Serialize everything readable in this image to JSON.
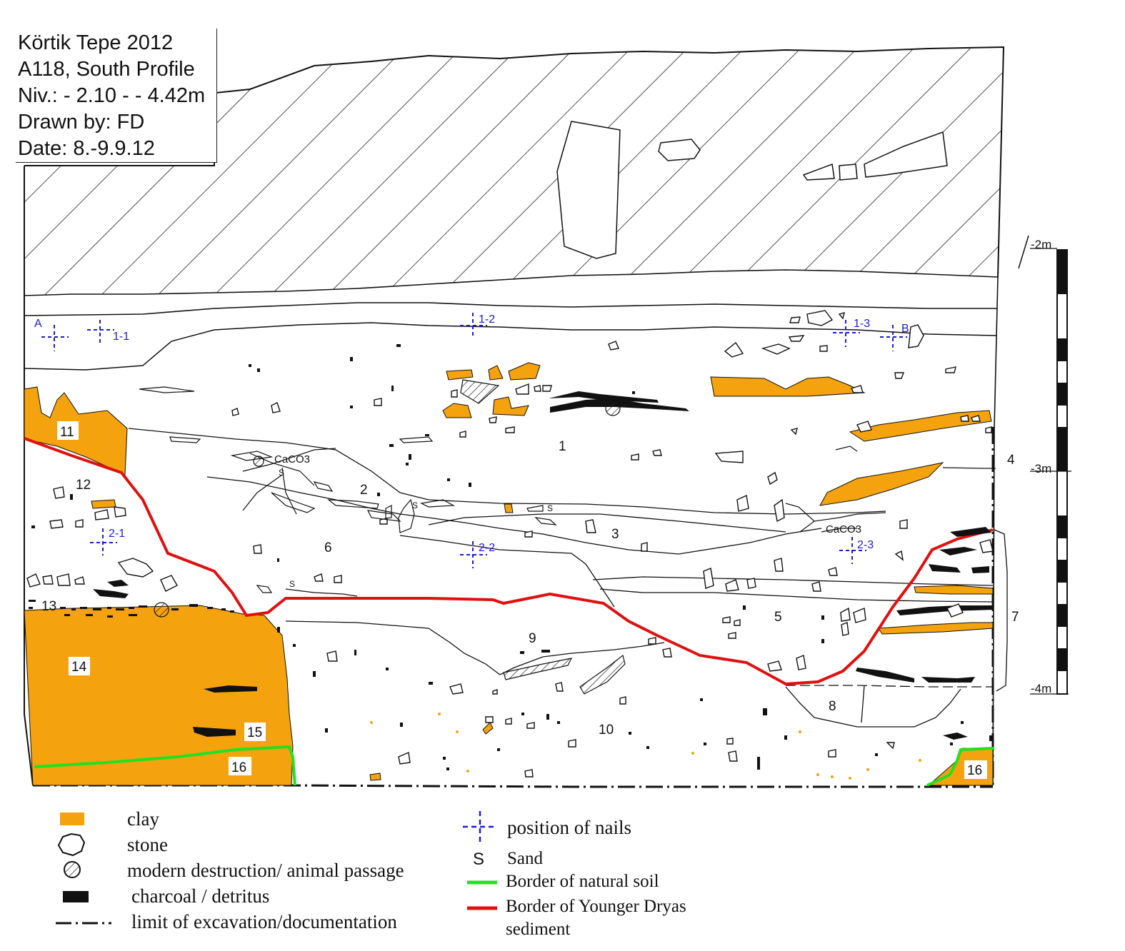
{
  "info": {
    "site": "Körtik Tepe 2012",
    "profile": "A118, South Profile",
    "level": "Niv.: - 2.10 - - 4.42m",
    "drawn_by": "Drawn by: FD",
    "date": "Date: 8.-9.9.12"
  },
  "colors": {
    "clay": "#F5A20F",
    "natural_soil_border": "#22E022",
    "younger_dryas_border": "#E01010",
    "nail": "#1A1AD6",
    "line": "#111111"
  },
  "layers": [
    "1",
    "2",
    "3",
    "4",
    "5",
    "6",
    "7",
    "8",
    "9",
    "10",
    "11",
    "12",
    "13",
    "14",
    "15",
    "16",
    "16"
  ],
  "nails": [
    "A",
    "1-1",
    "1-2",
    "1-3",
    "B",
    "2-1",
    "2-2",
    "2-3"
  ],
  "annotations": {
    "caco3_1": "CaCO3",
    "caco3_2": "CaCO3",
    "sand_marks": [
      "S",
      "S",
      "S",
      "S"
    ]
  },
  "scale": {
    "labels": [
      "-2m",
      "-3m",
      "-4m"
    ]
  },
  "legend": {
    "clay": "clay",
    "stone": "stone",
    "modern": "modern destruction/ animal passage",
    "charcoal": "charcoal / detritus",
    "limit": "limit of excavation/documentation",
    "nails": "position of nails",
    "sand_symbol": "S",
    "sand": "Sand",
    "natural_soil": "Border of   natural soil",
    "younger_dryas_1": "Border of Younger Dryas",
    "younger_dryas_2": "sediment"
  }
}
